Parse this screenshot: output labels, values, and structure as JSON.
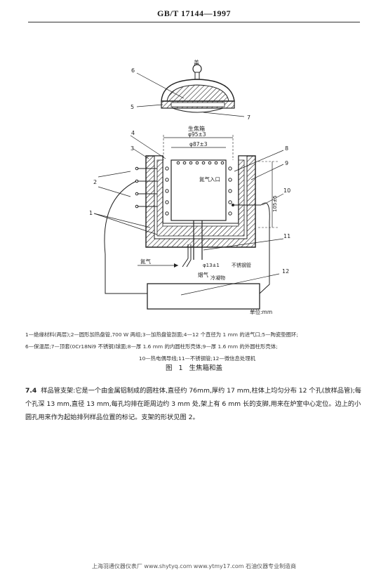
{
  "header": {
    "standard_code": "GB/T 17144—1997"
  },
  "figure": {
    "lid_label": "盖",
    "box_label": "生焦箱",
    "dim_outer": "φ95±3",
    "dim_inner": "φ87±3",
    "dim_height": "105±5",
    "dim_outlet": "φ13±1",
    "nitrogen_in_label": "氮气入口",
    "nitrogen_label": "氮气",
    "stainless_pipe_label": "不锈钢管",
    "smoke_label": "烟气",
    "condensate_label": "冷凝物",
    "unit_label": "单位:mm",
    "callouts": [
      "1",
      "2",
      "3",
      "4",
      "5",
      "6",
      "7",
      "8",
      "9",
      "10",
      "11",
      "12"
    ]
  },
  "legend": {
    "line1": "1—绝缘材料(两层);2—圆形加热盘管,700 W 两组;3—加热盘管剖面;4—12 个直径为 1 mm 的进气口;5—陶瓷垫圈环;",
    "line2": "6—保温层;7—顶套(0Cr18Ni9 不锈钢)球面;8—厚 1.6 mm 的内圆柱形壳体;9—厚 1.6 mm 的外圆柱形壳体;",
    "line3": "10—热电偶导线;11—不锈钢管;12—微信息处理机"
  },
  "figure_title": "图 1  生焦箱和盖",
  "paragraph": {
    "number": "7.4",
    "text": "样品管支架:它是一个由金属铝制成的圆柱体,直径约 76mm,厚约 17 mm,柱体上均匀分布 12 个孔(放样品管);每个孔深 13 mm,直径 13 mm,每孔均排在距周边约 3 mm 处,架上有 6 mm 长的支脚,用来在炉室中心定位。边上的小圆孔用来作为起始排列样品位置的标记。支架的形状见图 2。"
  },
  "footer": "上海羽通仪器仪表厂  www.shytyq.com  www.ytmy17.com  石油仪器专业制造商"
}
